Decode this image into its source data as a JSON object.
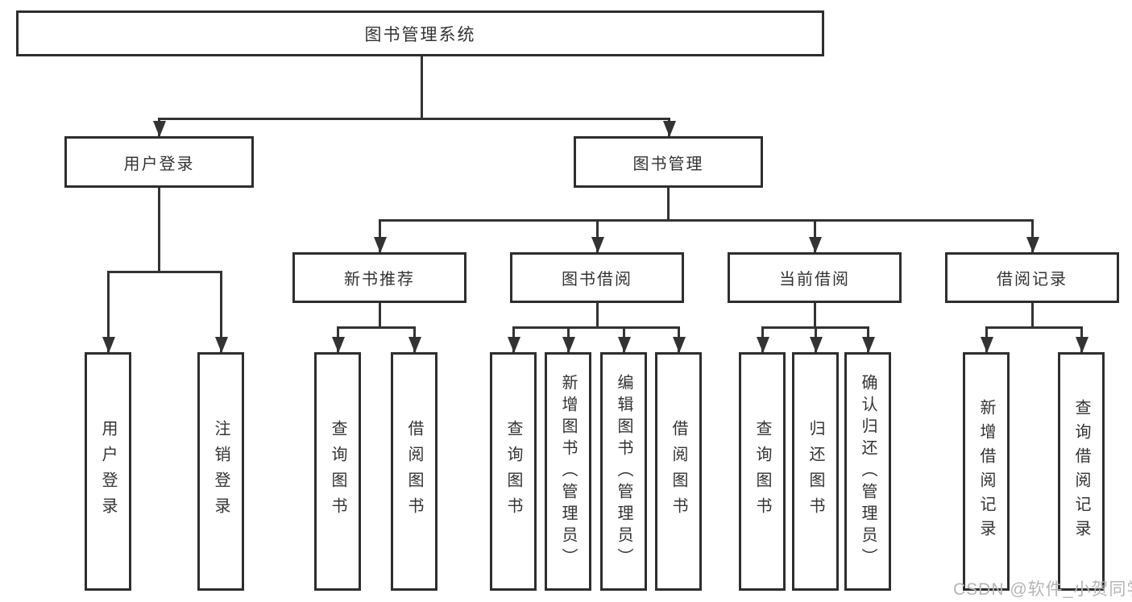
{
  "diagram_title": "图书管理系统",
  "tree": {
    "root": "图书管理系统",
    "branches": [
      {
        "label": "用户登录",
        "children": [
          "用户登录",
          "注销登录"
        ]
      },
      {
        "label": "图书管理",
        "children": [
          {
            "label": "新书推荐",
            "children": [
              "查询图书",
              "借阅图书"
            ]
          },
          {
            "label": "图书借阅",
            "children": [
              "查询图书",
              "新增图书（管理员）",
              "编辑图书（管理员）",
              "借阅图书"
            ]
          },
          {
            "label": "当前借阅",
            "children": [
              "查询图书",
              "归还图书",
              "确认归还（管理员）"
            ]
          },
          {
            "label": "借阅记录",
            "children": [
              "新增借阅记录",
              "查询借阅记录"
            ]
          }
        ]
      }
    ]
  },
  "watermark": {
    "text": "CSDN @软件_小贺同学"
  },
  "colors": {
    "background": "#ffffff",
    "line": "#333333",
    "box_border": "#2e2e2e",
    "text": "#333333",
    "watermark": "#b5b5b5"
  }
}
